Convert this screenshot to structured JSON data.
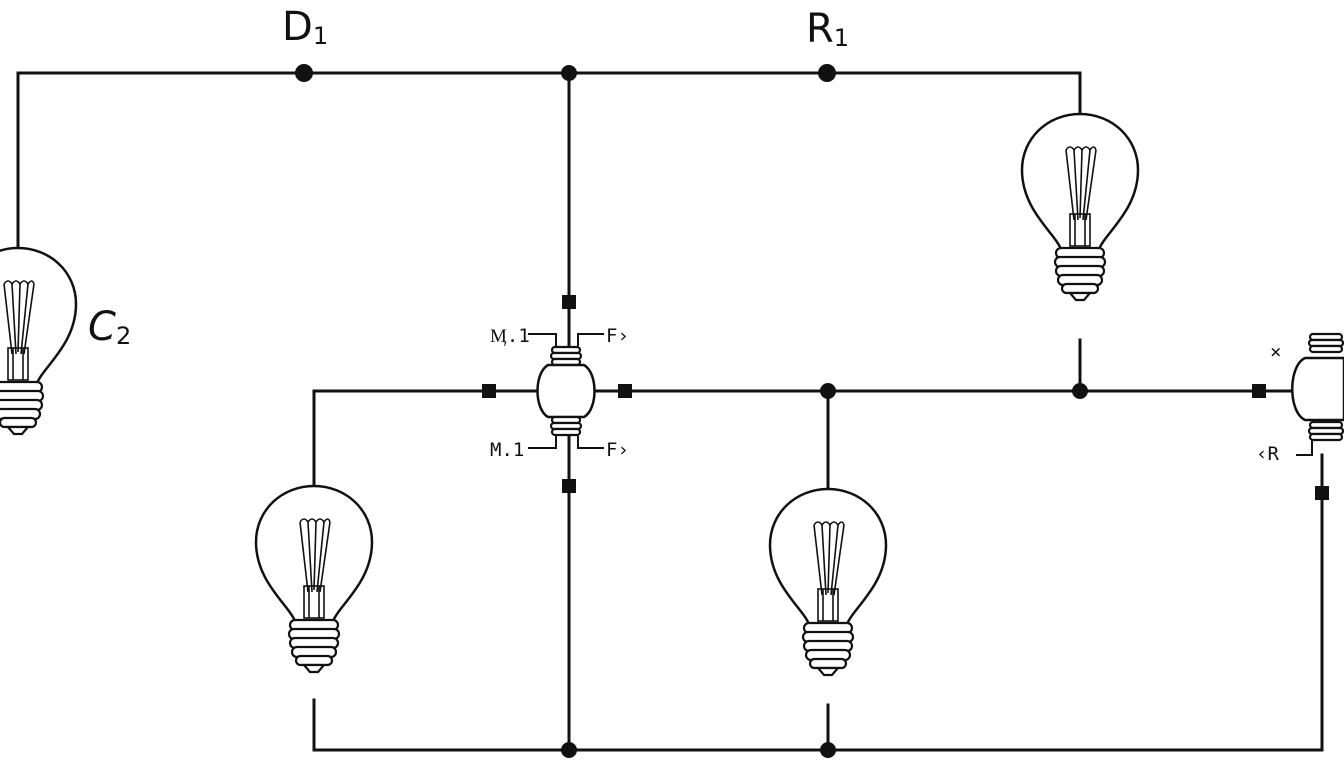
{
  "labels": {
    "d1_main": "D",
    "d1_sub": "1",
    "r1_main": "R",
    "r1_sub": "1",
    "c2_main": "C",
    "c2_sub": "2",
    "sw_top_left": "Ӎ.1",
    "sw_top_right": "F›",
    "sw_bottom_left": "M.1",
    "sw_bottom_right": "F›",
    "right_top": "×",
    "right_bottom": "‹R"
  },
  "icons": {
    "bulb": "light-bulb-icon",
    "switch": "switch-component-icon",
    "junction": "junction-dot",
    "terminal": "terminal-square"
  }
}
